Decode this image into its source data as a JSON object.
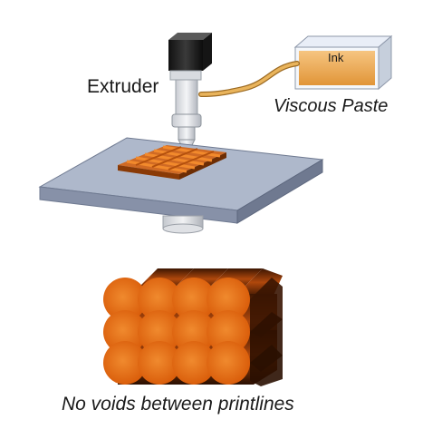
{
  "labels": {
    "extruder": "Extruder",
    "paste": "Viscous Paste",
    "ink": "Ink",
    "caption": "No voids between printlines"
  },
  "colors": {
    "printline": "#e46a10",
    "printline_dark": "#4a1c02",
    "ink_paste": "#f0a44a",
    "plate_top": "#a9b4c9",
    "plate_side": "#7d88a0",
    "feed_tube": "#e0a84e"
  },
  "diagram": {
    "stack_rows": 3,
    "stack_cols": 4,
    "lattice_rods": 5
  }
}
